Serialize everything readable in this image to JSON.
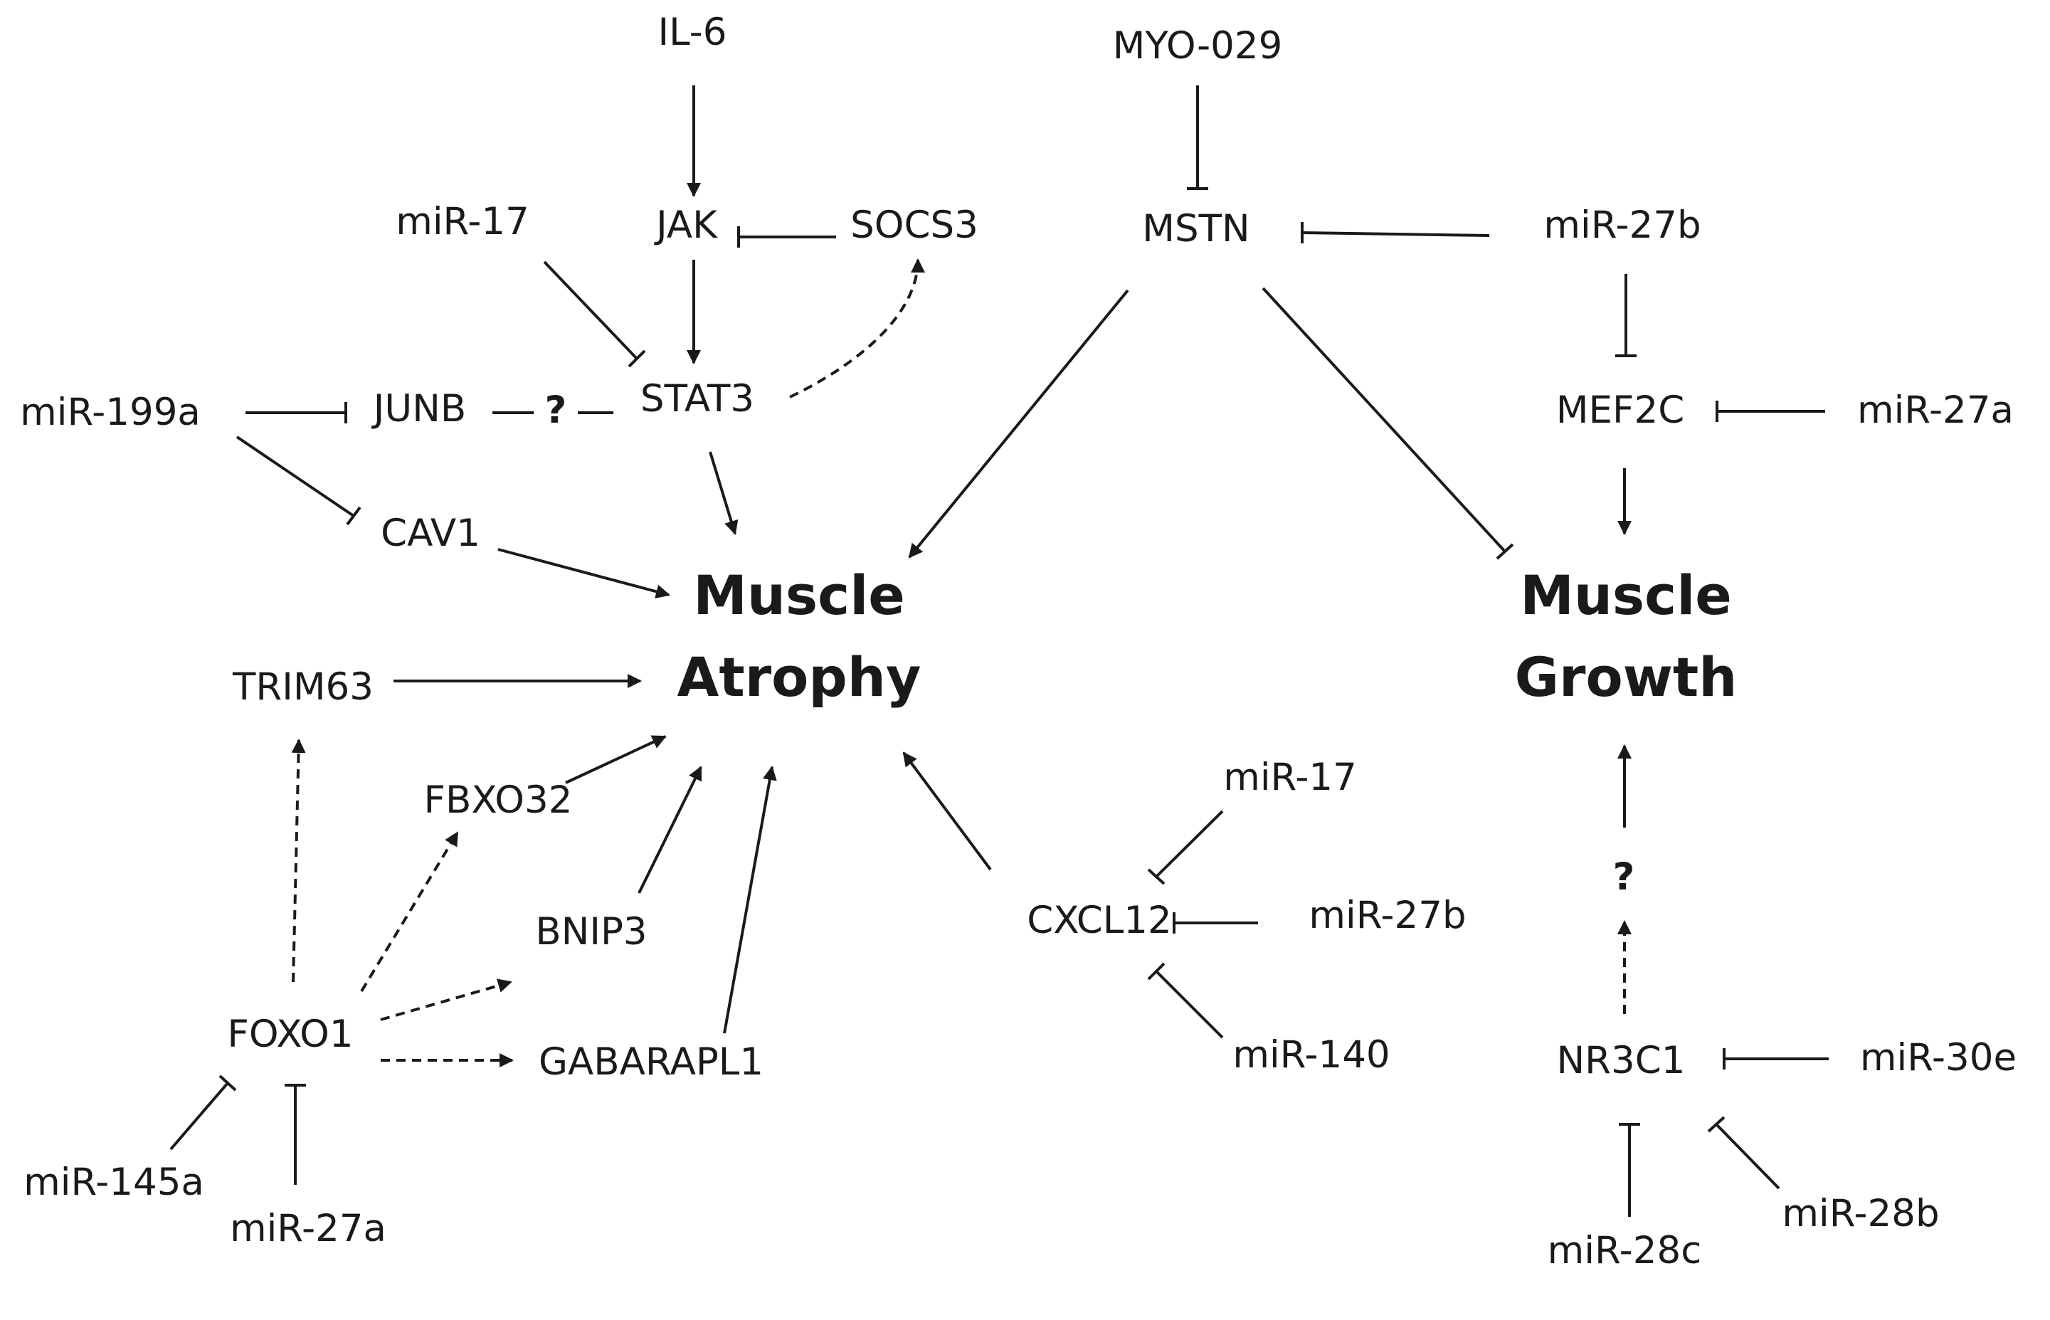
{
  "nodes": {
    "il6": "IL-6",
    "jak": "JAK",
    "socs3": "SOCS3",
    "stat3": "STAT3",
    "mir17_top": "miR-17",
    "mir199a": "miR-199a",
    "junb": "JUNB",
    "junb_stat3_unknown": "?",
    "cav1": "CAV1",
    "trim63": "TRIM63",
    "fbxo32": "FBXO32",
    "bnip3": "BNIP3",
    "foxo1": "FOXO1",
    "gabarapl1": "GABARAPL1",
    "mir145a": "miR-145a",
    "mir27a_bottom": "miR-27a",
    "myo029": "MYO-029",
    "mstn": "MSTN",
    "mir27b_top": "miR-27b",
    "mef2c": "MEF2C",
    "mir27a_right": "miR-27a",
    "cxcl12": "CXCL12",
    "mir17_bottom": "miR-17",
    "mir27b_bottom": "miR-27b",
    "mir140": "miR-140",
    "nr3c1_unknown": "?",
    "nr3c1": "NR3C1",
    "mir30e": "miR-30e",
    "mir28c": "miR-28c",
    "mir28b": "miR-28b"
  },
  "outcomes": {
    "atrophy_line1": "Muscle",
    "atrophy_line2": "Atrophy",
    "growth_line1": "Muscle",
    "growth_line2": "Growth"
  },
  "edges": [
    {
      "from": "IL-6",
      "to": "JAK",
      "type": "activation"
    },
    {
      "from": "JAK",
      "to": "STAT3",
      "type": "activation"
    },
    {
      "from": "SOCS3",
      "to": "JAK",
      "type": "inhibition"
    },
    {
      "from": "STAT3",
      "to": "SOCS3",
      "type": "indirect activation"
    },
    {
      "from": "miR-17",
      "to": "STAT3",
      "type": "inhibition"
    },
    {
      "from": "miR-199a",
      "to": "JUNB",
      "type": "inhibition"
    },
    {
      "from": "miR-199a",
      "to": "CAV1",
      "type": "inhibition"
    },
    {
      "from": "JUNB",
      "to": "STAT3",
      "type": "unknown"
    },
    {
      "from": "STAT3",
      "to": "Muscle Atrophy",
      "type": "activation"
    },
    {
      "from": "CAV1",
      "to": "Muscle Atrophy",
      "type": "activation"
    },
    {
      "from": "TRIM63",
      "to": "Muscle Atrophy",
      "type": "activation"
    },
    {
      "from": "FBXO32",
      "to": "Muscle Atrophy",
      "type": "activation"
    },
    {
      "from": "BNIP3",
      "to": "Muscle Atrophy",
      "type": "activation"
    },
    {
      "from": "GABARAPL1",
      "to": "Muscle Atrophy",
      "type": "activation"
    },
    {
      "from": "FOXO1",
      "to": "TRIM63",
      "type": "indirect activation"
    },
    {
      "from": "FOXO1",
      "to": "FBXO32",
      "type": "indirect activation"
    },
    {
      "from": "FOXO1",
      "to": "BNIP3",
      "type": "indirect activation"
    },
    {
      "from": "FOXO1",
      "to": "GABARAPL1",
      "type": "indirect activation"
    },
    {
      "from": "miR-145a",
      "to": "FOXO1",
      "type": "inhibition"
    },
    {
      "from": "miR-27a",
      "to": "FOXO1",
      "type": "inhibition"
    },
    {
      "from": "MYO-029",
      "to": "MSTN",
      "type": "inhibition"
    },
    {
      "from": "miR-27b",
      "to": "MSTN",
      "type": "inhibition"
    },
    {
      "from": "MSTN",
      "to": "Muscle Atrophy",
      "type": "activation"
    },
    {
      "from": "MSTN",
      "to": "Muscle Growth",
      "type": "inhibition"
    },
    {
      "from": "miR-27b",
      "to": "MEF2C",
      "type": "inhibition"
    },
    {
      "from": "miR-27a",
      "to": "MEF2C",
      "type": "inhibition"
    },
    {
      "from": "MEF2C",
      "to": "Muscle Growth",
      "type": "activation"
    },
    {
      "from": "CXCL12",
      "to": "Muscle Atrophy",
      "type": "activation"
    },
    {
      "from": "miR-17",
      "to": "CXCL12",
      "type": "inhibition"
    },
    {
      "from": "miR-27b",
      "to": "CXCL12",
      "type": "inhibition"
    },
    {
      "from": "miR-140",
      "to": "CXCL12",
      "type": "inhibition"
    },
    {
      "from": "NR3C1",
      "to": "?",
      "type": "indirect activation"
    },
    {
      "from": "?",
      "to": "Muscle Growth",
      "type": "activation"
    },
    {
      "from": "miR-30e",
      "to": "NR3C1",
      "type": "inhibition"
    },
    {
      "from": "miR-28c",
      "to": "NR3C1",
      "type": "inhibition"
    },
    {
      "from": "miR-28b",
      "to": "NR3C1",
      "type": "inhibition"
    }
  ]
}
